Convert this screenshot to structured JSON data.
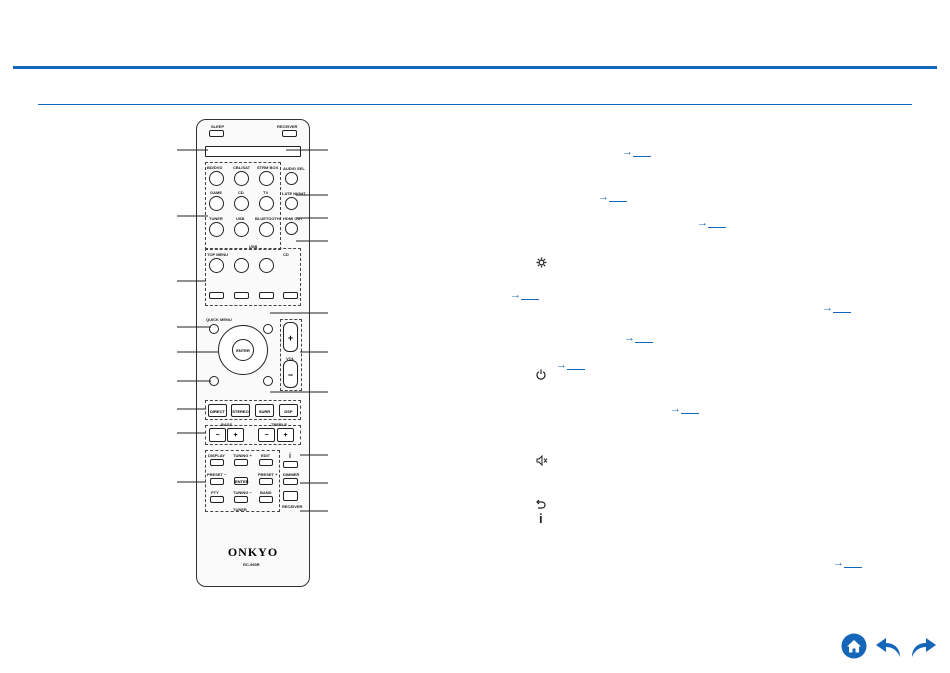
{
  "remote": {
    "sleep": "SLEEP",
    "receiver": "RECEIVER",
    "input_buttons": [
      "BD/DVD",
      "CBL/SAT",
      "STRM BOX",
      "GAME",
      "CD",
      "TV",
      "TUNER",
      "USB",
      "BLUETOOTH"
    ],
    "audio_sel": "AUDIO SEL",
    "late_night": "LATE NIGHT",
    "hdmi_out": "HDMI OUT",
    "usb_group": "USB",
    "top_menu": "TOP MENU",
    "play_group": "CD",
    "quick_menu": "QUICK MENU",
    "enter": "ENTER",
    "vol": "VOL",
    "mode_buttons": [
      "DIRECT",
      "STEREO",
      "SURR",
      "DSP"
    ],
    "bass": "BASS",
    "treble": "TREBLE",
    "tone_minus": "−",
    "tone_plus": "+",
    "tuner_row1": [
      "DISPLAY",
      "TUNING +",
      "EDIT"
    ],
    "tuner_row2": [
      "PRESET −",
      "ENTER",
      "PRESET +"
    ],
    "tuner_row3": [
      "PTY",
      "TUNING −",
      "BAND"
    ],
    "tuner_group": "TUNER",
    "dimmer": "DIMMER",
    "info": "i",
    "hdmi_cec": "RECEIVER",
    "brand": "ONKYO",
    "model": "RC-965R"
  },
  "refs": {
    "arrow": "→"
  },
  "icons": [
    "gear-icon",
    "power-icon",
    "mute-icon",
    "return-icon",
    "info-icon",
    "home-icon",
    "back-icon",
    "forward-icon"
  ],
  "colors": {
    "accent": "#1565b8"
  }
}
